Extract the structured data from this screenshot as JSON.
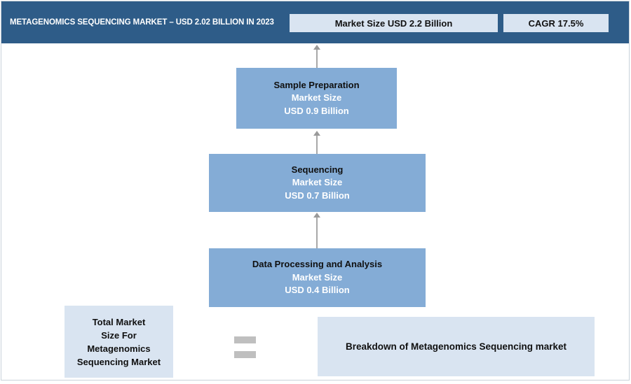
{
  "header": {
    "title": "METAGENOMICS SEQUENCING MARKET – USD 2.02 BILLION IN 2023",
    "market_size_label": "Market Size USD 2.2 Billion",
    "cagr_label": "CAGR 17.5%"
  },
  "flow_boxes": [
    {
      "title": "Sample Preparation",
      "line1": "Market Size",
      "line2": "USD 0.9 Billion"
    },
    {
      "title": "Sequencing",
      "line1": "Market Size",
      "line2": "USD 0.7 Billion"
    },
    {
      "title": "Data Processing and Analysis",
      "line1": "Market Size",
      "line2": "USD 0.4 Billion"
    }
  ],
  "equation": {
    "total_box_lines": [
      "Total Market",
      "Size For",
      "Metagenomics",
      "Sequencing Market"
    ],
    "equals_symbol": "=",
    "breakdown_label": "Breakdown of Metagenomics Sequencing market"
  },
  "colors": {
    "header_bg": "#2E5C88",
    "flow_box_blue": "#84ACD6",
    "light_box_blue": "#D9E4F1",
    "arrow_gray": "#A8A8A8",
    "equals_gray": "#BFBFBF",
    "title_text": "#FFFFFF",
    "body_text": "#101010"
  }
}
